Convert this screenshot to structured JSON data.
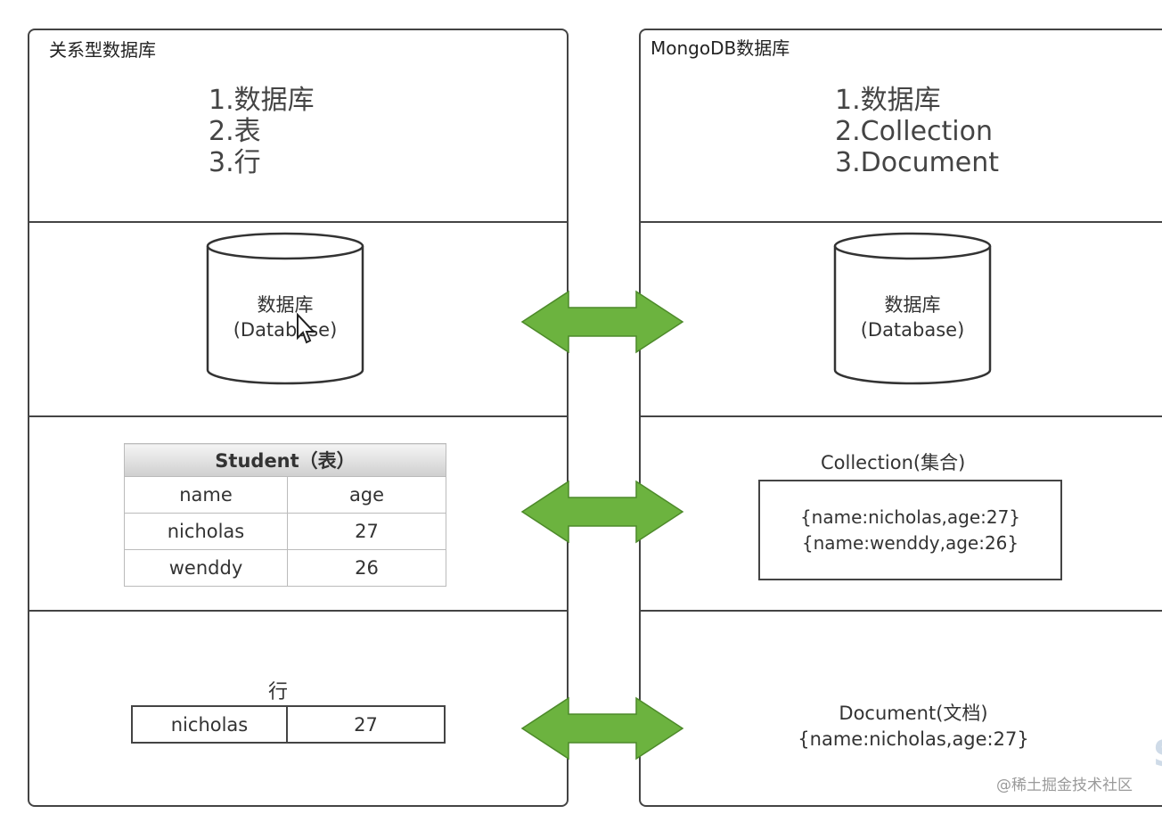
{
  "left": {
    "title": "关系型数据库",
    "list": [
      "1.数据库",
      "2.表",
      "3.行"
    ],
    "database": {
      "line1": "数据库",
      "line2": "(Database)"
    },
    "table": {
      "caption": "Student（表）",
      "header": [
        "name",
        "age"
      ],
      "rows": [
        [
          "nicholas",
          "27"
        ],
        [
          "wenddy",
          "26"
        ]
      ]
    },
    "row": {
      "label": "行",
      "cells": [
        "nicholas",
        "27"
      ]
    }
  },
  "right": {
    "title": "MongoDB数据库",
    "list": [
      "1.数据库",
      "2.Collection",
      "3.Document"
    ],
    "database": {
      "line1": "数据库",
      "line2": "(Database)"
    },
    "collection": {
      "title": "Collection(集合)",
      "docs": [
        "{name:nicholas,age:27}",
        "{name:wenddy,age:26}"
      ]
    },
    "document": {
      "title": "Document(文档)",
      "content": "{name:nicholas,age:27}"
    }
  },
  "arrow_color": "#6cb33f",
  "watermark": "@稀土掘金技术社区"
}
